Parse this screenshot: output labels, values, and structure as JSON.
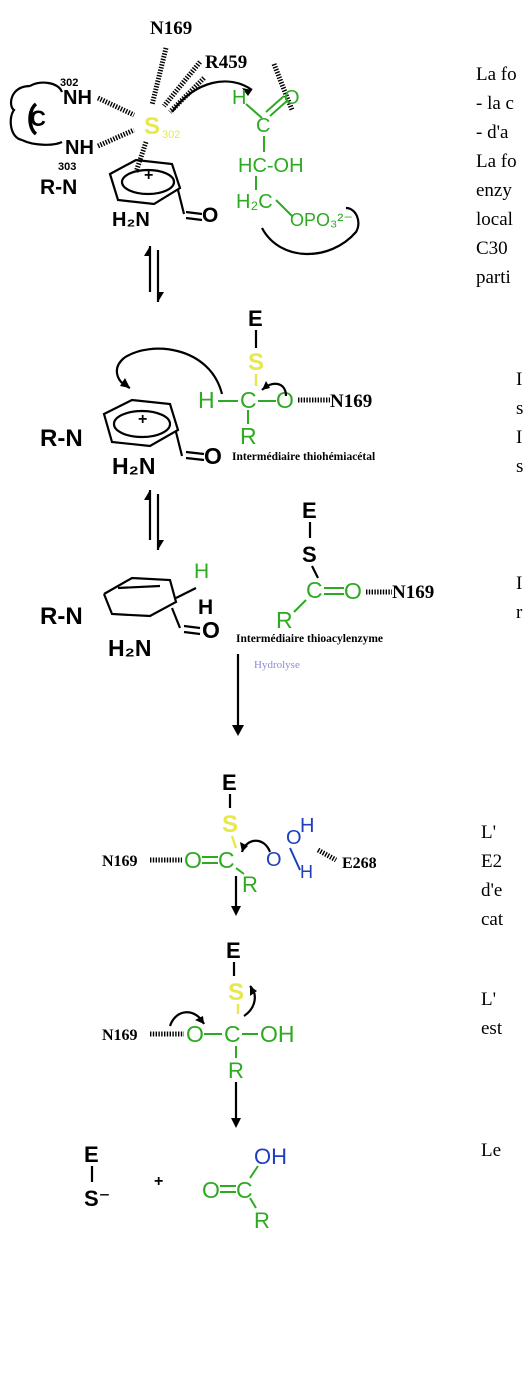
{
  "fragments": {
    "para1": [
      "La fo",
      "- la c",
      "- d'a",
      "La fo",
      "enzy",
      "local",
      "C30",
      "parti"
    ],
    "para2": [
      "I",
      "s",
      "I",
      "s"
    ],
    "para3": [
      "I",
      "r"
    ],
    "para4": [
      "L'",
      "E2",
      "d'e",
      "cat"
    ],
    "para5": [
      "L'",
      "est"
    ],
    "para6": [
      "Le"
    ]
  },
  "labels": {
    "n169": "N169",
    "r459": "R459",
    "e268": "E268",
    "c302": "C",
    "nh": "NH",
    "num302": "302",
    "num303": "303",
    "s302": "S",
    "sub302": "302",
    "r_n": "R-N",
    "h2n": "H₂N",
    "o": "O",
    "plus": "+",
    "h": "H",
    "hc_oh": "HC-OH",
    "h2c": "H₂C",
    "opo3": "OPO₃²⁻",
    "e": "E",
    "s": "S",
    "s_minus": "S⁻",
    "c": "C",
    "r": "R",
    "oh": "OH",
    "plus_sign": "+",
    "intermediate1": "Intermédiaire thiohémiacétal",
    "intermediate2": "Intermédiaire thioacylenzyme",
    "hydrolyse": "Hydrolyse"
  }
}
